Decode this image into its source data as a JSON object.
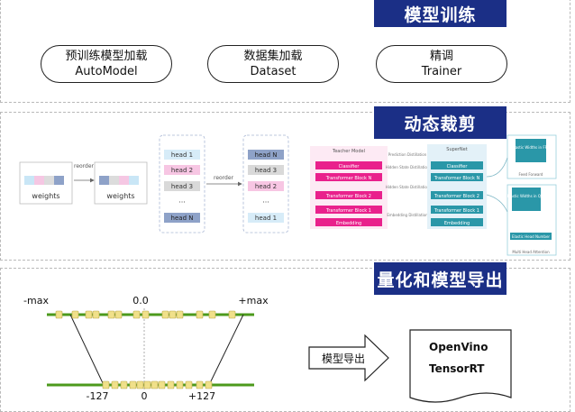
{
  "sections": {
    "training": {
      "title": "模型训练",
      "pills": [
        {
          "zh": "预训练模型加载",
          "en": "AutoModel"
        },
        {
          "zh": "数据集加载",
          "en": "Dataset"
        },
        {
          "zh": "精调",
          "en": "Trainer"
        }
      ]
    },
    "pruning": {
      "title": "动态裁剪",
      "weights_label": "weights",
      "reorder_label": "reorder",
      "heads_left": [
        "head 1",
        "head 2",
        "head 3",
        "···",
        "head N"
      ],
      "heads_right": [
        "head N",
        "head 3",
        "head 2",
        "···",
        "head 1"
      ],
      "teacher": {
        "title": "Teacher Model",
        "blocks": [
          "Classifier",
          "Transformer Block N",
          "Transformer Block 2",
          "Transformer Block 1",
          "Embedding"
        ]
      },
      "student": {
        "title": "SuperNet",
        "blocks": [
          "Classifier",
          "Transformer Block N",
          "Transformer Block 2",
          "Transformer Block 1",
          "Embedding"
        ]
      },
      "distill_labels": [
        "Prediction Distillation",
        "Hidden State Distillation",
        "Hidden State Distillation",
        "Embedding Distillation"
      ],
      "side_boxes": [
        "Elastic Widths in FFN",
        "Elastic Widths in QKV",
        "Elastic Head Number"
      ],
      "side_captions": [
        "Feed Forward",
        "Multi Head Attention"
      ]
    },
    "export": {
      "title": "量化和模型导出",
      "top_axis": [
        "-max",
        "0.0",
        "+max"
      ],
      "bottom_axis": [
        "-127",
        "0",
        "+127"
      ],
      "arrow_label": "模型导出",
      "targets": [
        "OpenVino",
        "TensorRT"
      ]
    }
  },
  "colors": {
    "banner": "#1b2f86",
    "green_line": "#4c9a1c",
    "pink_block": "#e9218c",
    "teal_block": "#2a97a8",
    "head_blue": "#8ea2c8",
    "head_pink": "#f7c6e3"
  }
}
